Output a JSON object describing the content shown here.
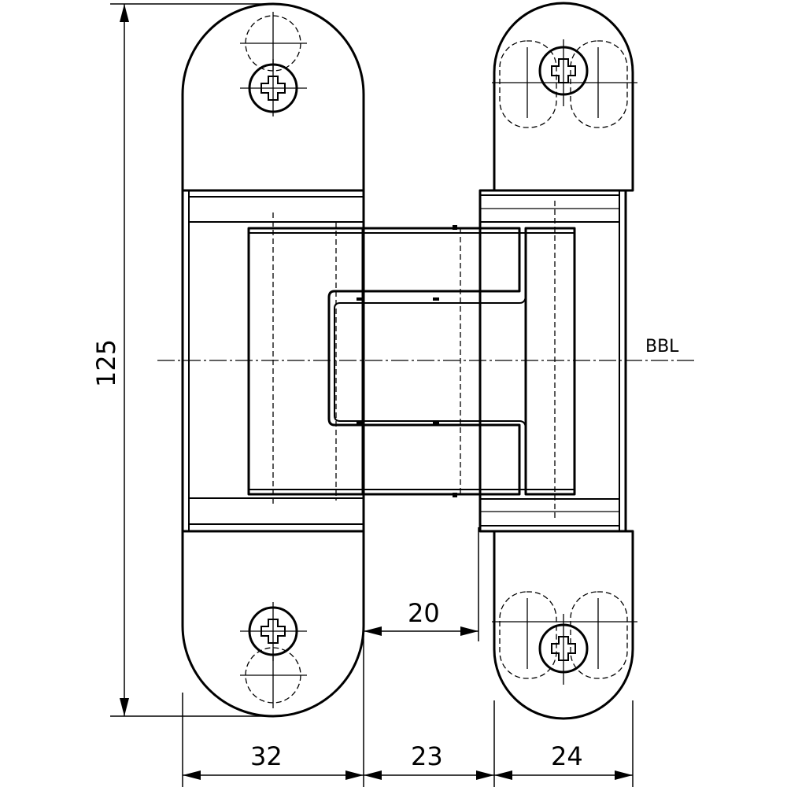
{
  "dimensions": {
    "height_total": "125",
    "width_left": "32",
    "width_gap": "23",
    "width_right": "24",
    "offset": "20"
  },
  "reference_line_label": "BBL"
}
